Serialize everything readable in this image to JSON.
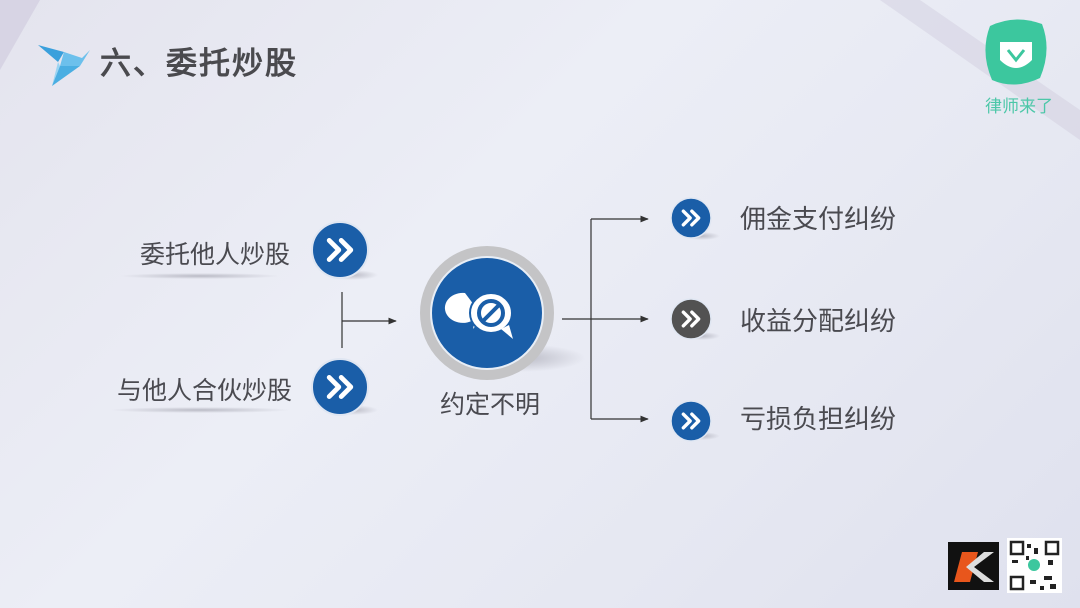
{
  "slide": {
    "title": "六、委托炒股",
    "left_items": [
      {
        "label": "委托他人炒股",
        "icon": "double-chevron-icon",
        "color": "#1a5ea8"
      },
      {
        "label": "与他人合伙炒股",
        "icon": "double-chevron-icon",
        "color": "#1a5ea8"
      }
    ],
    "center": {
      "label": "约定不明",
      "icon": "speech-bubbles-prohibited-icon",
      "color": "#1a5ea8"
    },
    "right_items": [
      {
        "label": "佣金支付纠纷",
        "color": "#1a5ea8"
      },
      {
        "label": "收益分配纠纷",
        "color": "#525252"
      },
      {
        "label": "亏损负担纠纷",
        "color": "#1a5ea8"
      }
    ]
  },
  "brand": {
    "name": "律师来了",
    "color": "#3cc79e"
  }
}
